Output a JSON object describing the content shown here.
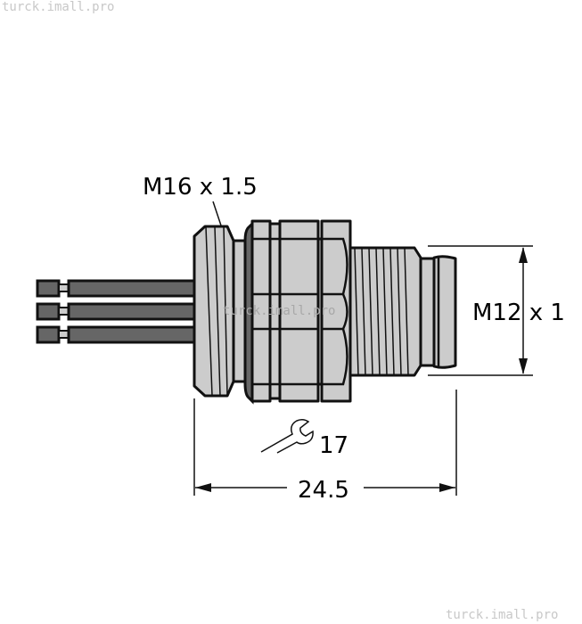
{
  "watermarks": {
    "top_left": "turck.imall.pro",
    "center": "turck.imall.pro",
    "bottom_right": "turck.imall.pro"
  },
  "dimensions": {
    "housing_thread": "M16 x 1.5",
    "connector_thread": "M12 x 1",
    "wrench_size": "17",
    "overall_length": "24.5"
  },
  "icons": {
    "wrench": "wrench-icon"
  },
  "colors": {
    "body": "#cccccc",
    "wires": "#666666",
    "outline": "#111111"
  }
}
